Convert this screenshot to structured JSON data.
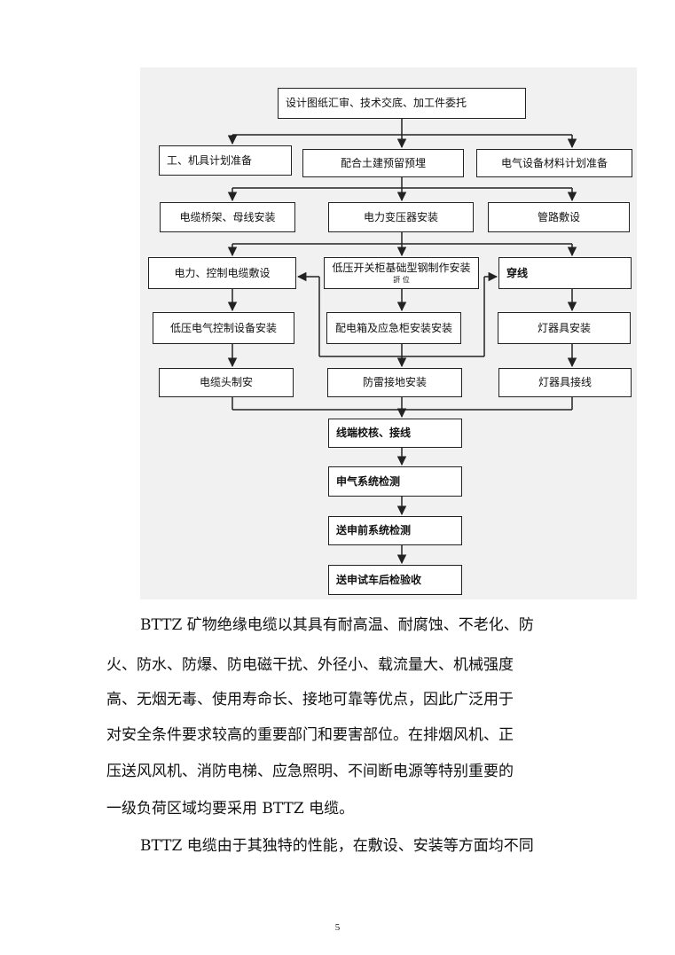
{
  "flowchart": {
    "step_design": "设计图纸汇审、技术交底、加工件委托",
    "step_tools_plan": "工、机具计划准备",
    "step_civil": "配合土建预留预埋",
    "step_material_plan": "电气设备材料计划准备",
    "step_cable_tray": "电缆桥架、母线安装",
    "step_transformer": "电力变压器安装",
    "step_conduit": "管路敷设",
    "step_power_cable": "电力、控制电缆敷设",
    "step_lv_cabinet_base": "低压开关柜基础型钢制作安装",
    "step_lv_cabinet_base_sub": "詽 位",
    "step_wiring": "穿线",
    "step_lv_control": "低压电气控制设备安装",
    "step_distribution_box": "配电箱及应急柜安装安装",
    "step_lamp_install": "灯器具安装",
    "step_cable_head": "电缆头制安",
    "step_lightning": "防雷接地安装",
    "step_lamp_wiring": "灯器具接线",
    "step_terminal_check": "线端校核、接线",
    "step_system_test": "申气系统检测",
    "step_pre_power_test": "送申前系统检测",
    "step_acceptance": "送申试车后检验收"
  },
  "paragraphs": {
    "p1_line1": "BTTZ 矿物绝缘电缆以其具有耐高温、耐腐蚀、不老化、防",
    "p1_line2": "火、防水、防爆、防电磁干扰、外径小、载流量大、机械强度",
    "p1_line3": "高、无烟无毒、使用寿命长、接地可靠等优点，因此广泛用于",
    "p1_line4": "对安全条件要求较高的重要部门和要害部位。在排烟风机、正",
    "p1_line5": "压送风风机、消防电梯、应急照明、不间断电源等特别重要的",
    "p1_line6": "一级负荷区域均要采用 BTTZ 电缆。",
    "p2_line1": "BTTZ 电缆由于其独特的性能，在敷设、安装等方面均不同"
  },
  "page_number": "5"
}
